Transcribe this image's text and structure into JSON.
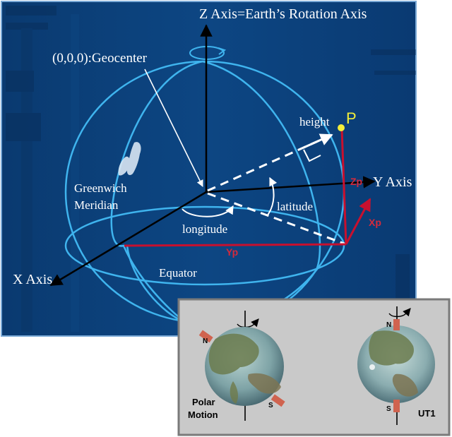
{
  "diagram": {
    "z_axis_label": "Z Axis=Earth’s Rotation Axis",
    "origin_label": "(0,0,0):Geocenter",
    "height_label": "height",
    "point_label": "P",
    "zp_label": "Zp",
    "y_axis_label": "Y Axis",
    "greenwich_label_line1": "Greenwich",
    "greenwich_label_line2": "Meridian",
    "latitude_label": "latitude",
    "longitude_label": "longitude",
    "xp_label": "Xp",
    "yp_label": "Yp",
    "x_axis_label": "X Axis",
    "equator_label": "Equator"
  },
  "inset": {
    "polar_motion_line1": "Polar",
    "polar_motion_line2": "Motion",
    "ut1_label": "UT1",
    "north_label": "N",
    "south_label": "S"
  },
  "colors": {
    "background": "#0b3f78",
    "sphere_lines": "#3fb4ee",
    "axes": "#000000",
    "coordinate_lines": "#c8102e",
    "text_light": "#ffffff",
    "point": "#f2ee3a",
    "inset_bg": "#c9c9c9",
    "inset_border": "#7a7a7a",
    "pole_marker": "#d0634f"
  }
}
